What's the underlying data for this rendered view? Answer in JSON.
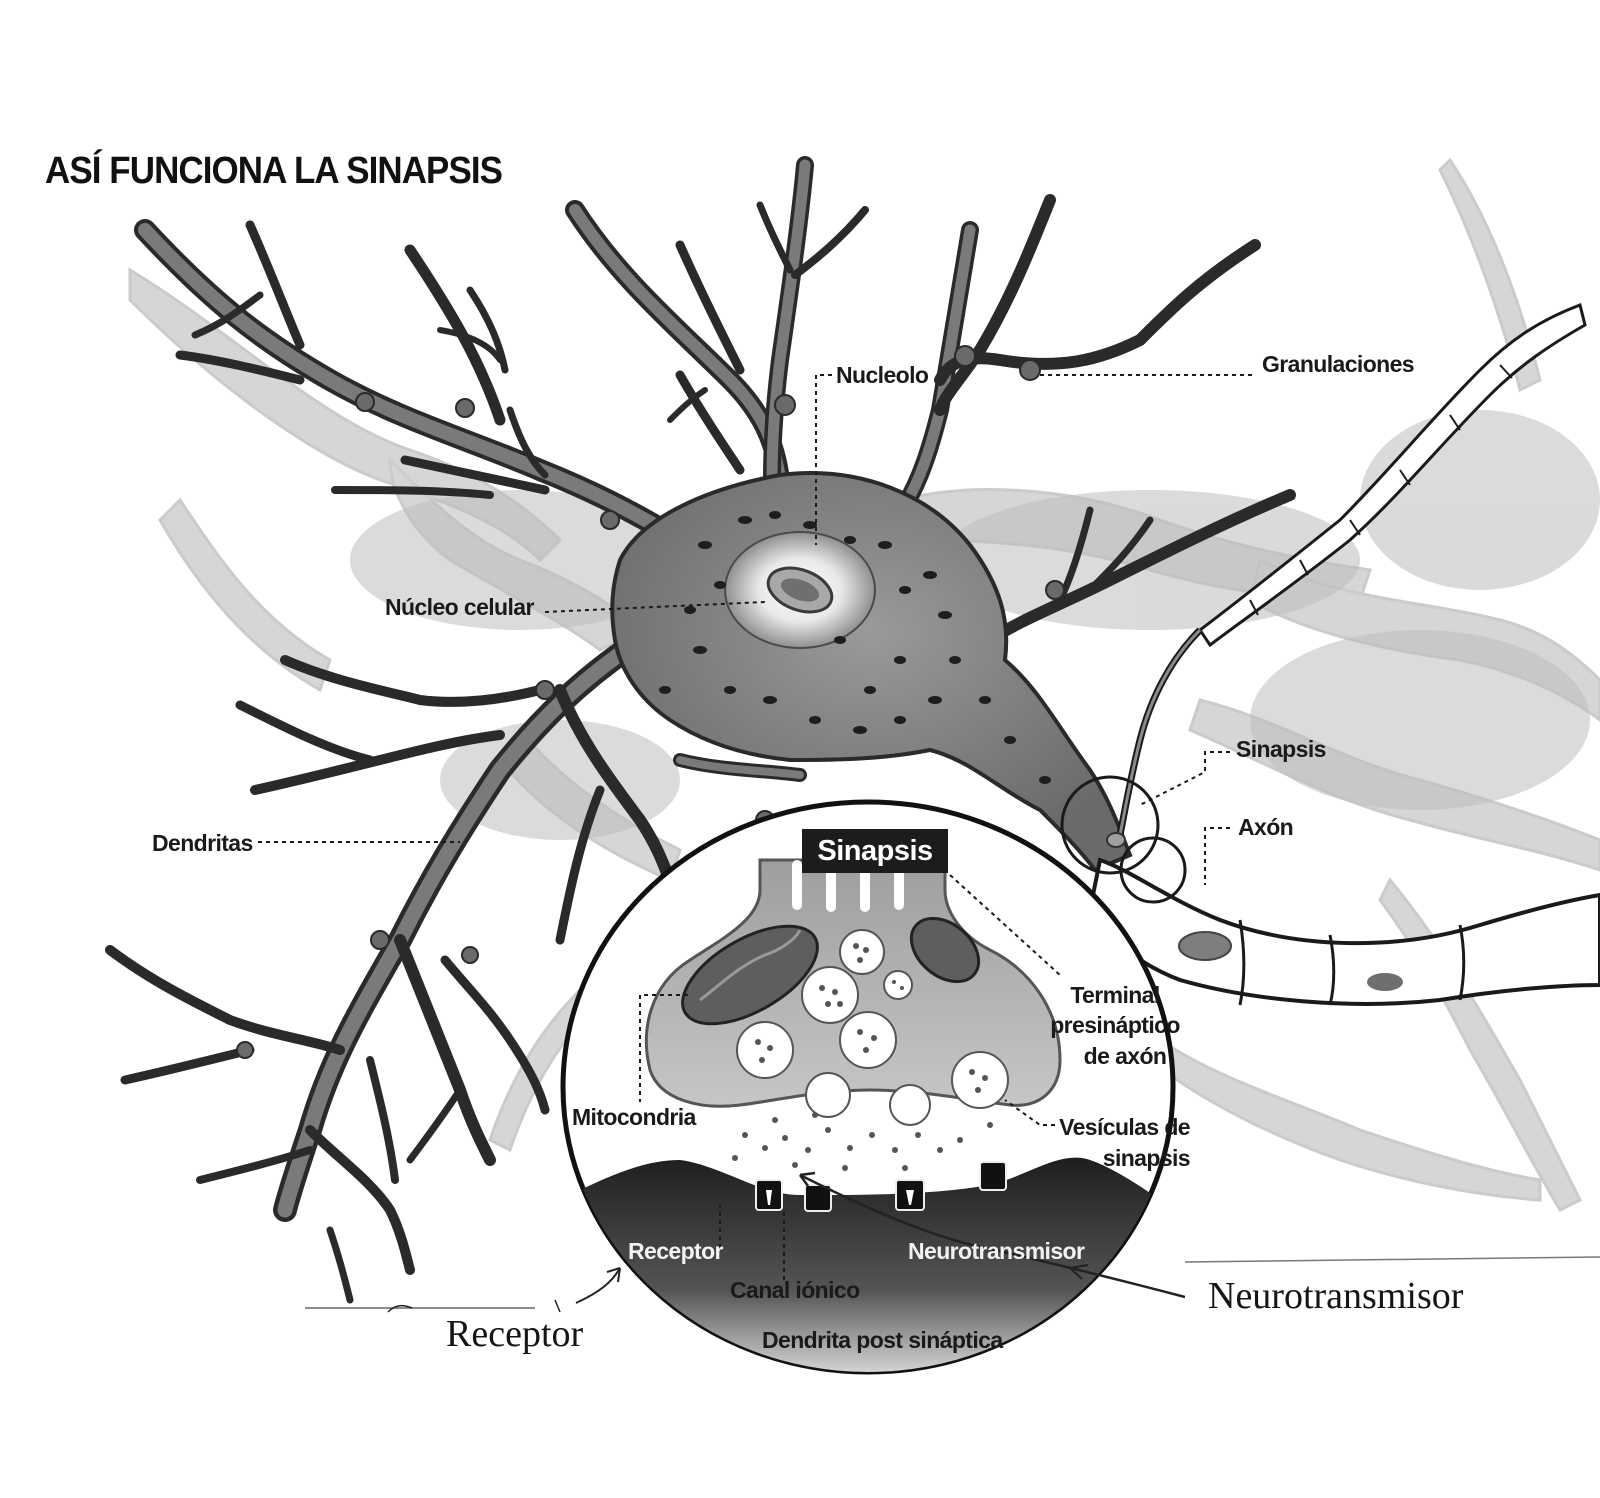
{
  "title": "ASÍ FUNCIONA LA SINAPSIS",
  "inset_badge": "Sinapsis",
  "labels": {
    "nucleolo": "Nucleolo",
    "granulaciones": "Granulaciones",
    "nucleo_celular": "Núcleo celular",
    "sinapsis": "Sinapsis",
    "axon": "Axón",
    "dendritas": "Dendritas",
    "terminal_1": "Terminal",
    "terminal_2": "presináptico",
    "terminal_3": "de axón",
    "mitocondria": "Mitocondria",
    "vesiculas_1": "Vesículas de",
    "vesiculas_2": "sinapsis",
    "receptor_small": "Receptor",
    "canal_ionico": "Canal iónico",
    "neurotransmisor_small": "Neurotransmisor",
    "dendrita_post": "Dendrita post sináptica"
  },
  "handwritten": {
    "receptor": "Receptor",
    "neurotransmisor": "Neurotransmisor"
  },
  "colors": {
    "neuron_fill": "#7a7a7a",
    "neuron_outline": "#2a2a2a",
    "background_shadow": "#c8c8c8",
    "terminal_fill": "#b5b5b5",
    "postsynaptic_fill": "#2e2e2e"
  }
}
